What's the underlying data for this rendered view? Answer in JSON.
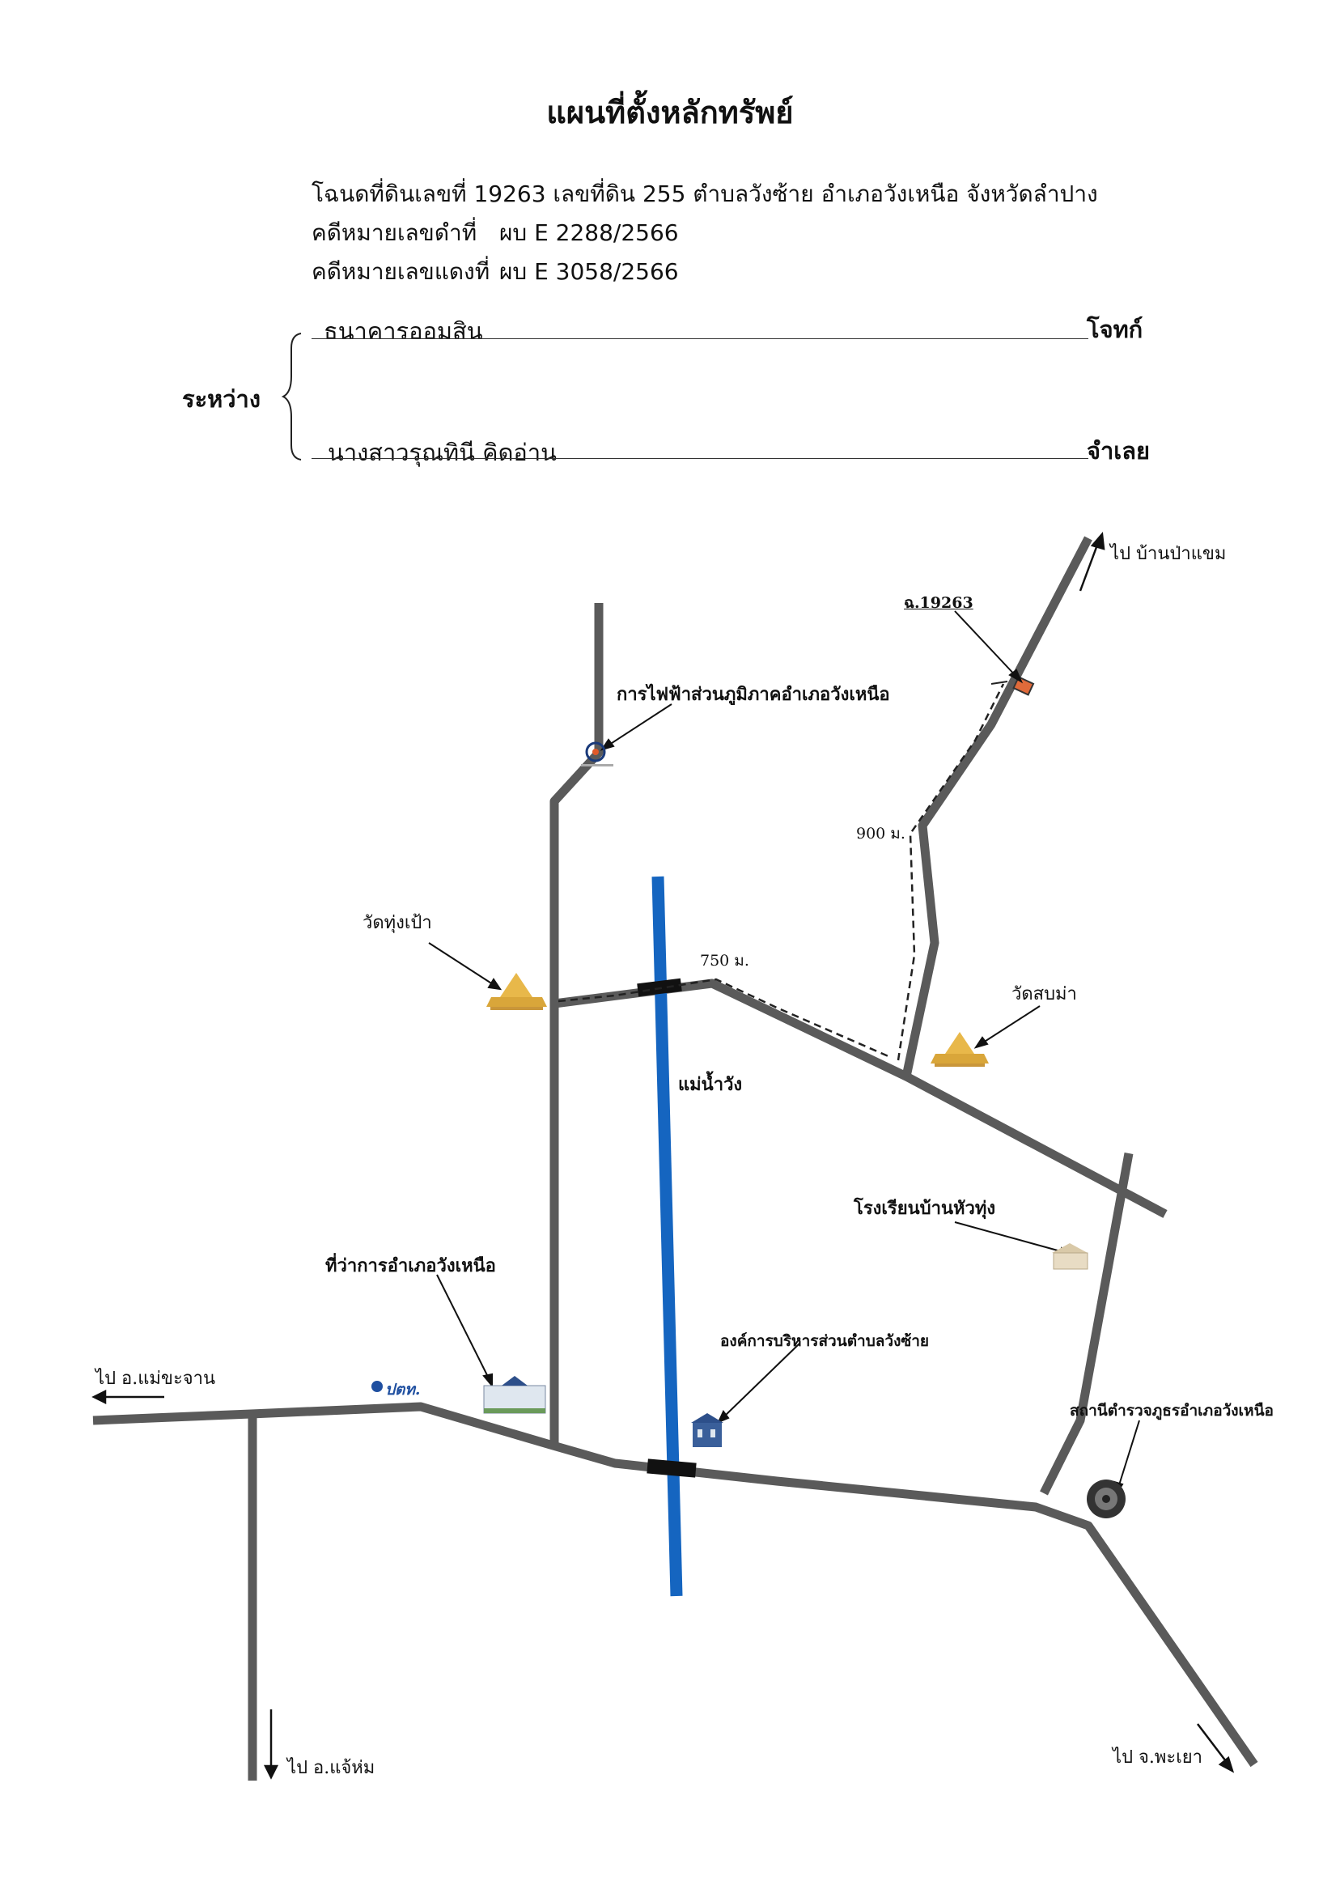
{
  "title": "แผนที่ตั้งหลักทรัพย์",
  "header": {
    "deed_line": "โฉนดที่ดินเลขที่  19263  เลขที่ดิน  255  ตำบลวังซ้าย  อำเภอวังเหนือ  จังหวัดลำปาง",
    "black_case_label": "คดีหมายเลขดำที่",
    "black_case_no": "ผบ E  2288/2566",
    "red_case_label": "คดีหมายเลขแดงที่",
    "red_case_no": "ผบ E  3058/2566"
  },
  "parties": {
    "between_label": "ระหว่าง",
    "plaintiff_name": "ธนาคารออมสิน",
    "plaintiff_role": "โจทก์",
    "defendant_name": "นางสาวรุณทินี   คิดอ่าน",
    "defendant_role": "จำเลย"
  },
  "map": {
    "to_ban_pa_khaem": "ไป บ้านป่าแขม",
    "deed_marker": "ฉ.19263",
    "pea_office": "การไฟฟ้าส่วนภูมิภาคอำเภอวังเหนือ",
    "dist_900": "900 ม.",
    "wat_thung_pao": "วัดทุ่งเป้า",
    "dist_750": "750 ม.",
    "wat_sop_ma": "วัดสบม่า",
    "river": "แม่น้ำวัง",
    "school": "โรงเรียนบ้านหัวทุ่ง",
    "district_office": "ที่ว่าการอำเภอวังเหนือ",
    "sao_office": "องค์การบริหารส่วนตำบลวังซ้าย",
    "to_mae_khachan": "ไป อ.แม่ขะจาน",
    "ptt_logo": "ปตท.",
    "police_station": "สถานีตำรวจภูธรอำเภอวังเหนือ",
    "to_chae_hom": "ไป อ.แจ้ห่ม",
    "to_phayao": "ไป จ.พะเยา",
    "colors": {
      "road": "#5a5a5a",
      "river": "#1565c0",
      "parcel": "#e06a3a",
      "temple": "#e8b84a"
    }
  }
}
